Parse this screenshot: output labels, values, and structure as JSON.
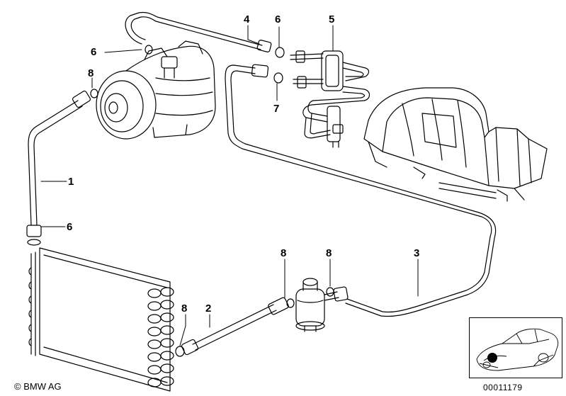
{
  "diagram": {
    "callouts": [
      {
        "id": "c4",
        "text": "4"
      },
      {
        "id": "c6a",
        "text": "6"
      },
      {
        "id": "c5",
        "text": "5"
      },
      {
        "id": "c6b",
        "text": "6"
      },
      {
        "id": "c8a",
        "text": "8"
      },
      {
        "id": "c7",
        "text": "7"
      },
      {
        "id": "c1",
        "text": "1"
      },
      {
        "id": "c6c",
        "text": "6"
      },
      {
        "id": "c8b",
        "text": "8"
      },
      {
        "id": "c8c",
        "text": "8"
      },
      {
        "id": "c3",
        "text": "3"
      },
      {
        "id": "c8d",
        "text": "8"
      },
      {
        "id": "c2",
        "text": "2"
      }
    ]
  },
  "footer": {
    "copyright": "© BMW AG",
    "document_number": "00011179"
  },
  "colors": {
    "line": "#000000",
    "background": "#ffffff"
  }
}
